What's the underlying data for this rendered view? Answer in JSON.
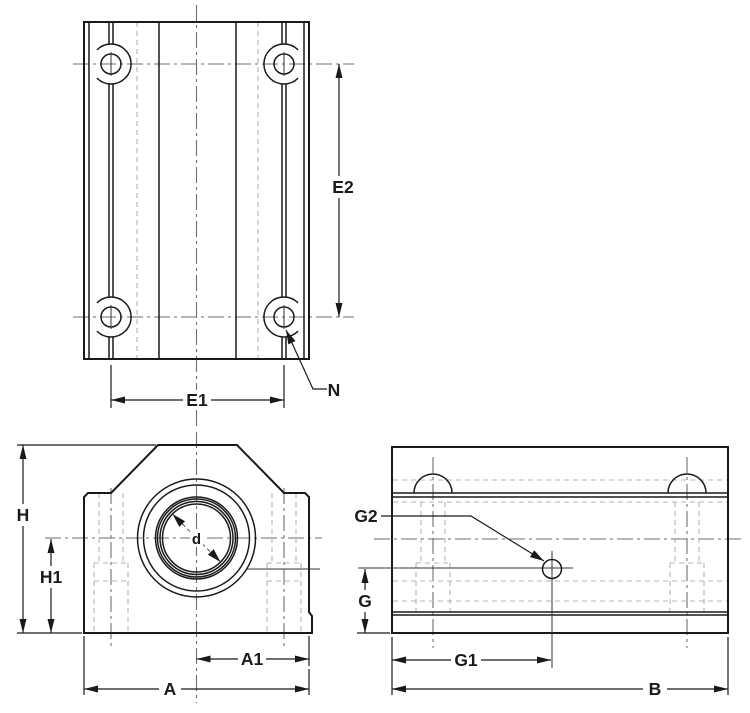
{
  "colors": {
    "background": "#ffffff",
    "line": "#1a1a1a",
    "hidden_line": "#b5b5b5",
    "centerline": "#6e6e6e"
  },
  "views": {
    "top": {
      "dims": {
        "e2": "E2",
        "e1": "E1",
        "n": "N"
      }
    },
    "front": {
      "dims": {
        "h": "H",
        "h1": "H1",
        "a": "A",
        "a1": "A1",
        "d": "d"
      }
    },
    "side": {
      "dims": {
        "g": "G",
        "g1": "G1",
        "g2": "G2",
        "b": "B"
      }
    }
  }
}
